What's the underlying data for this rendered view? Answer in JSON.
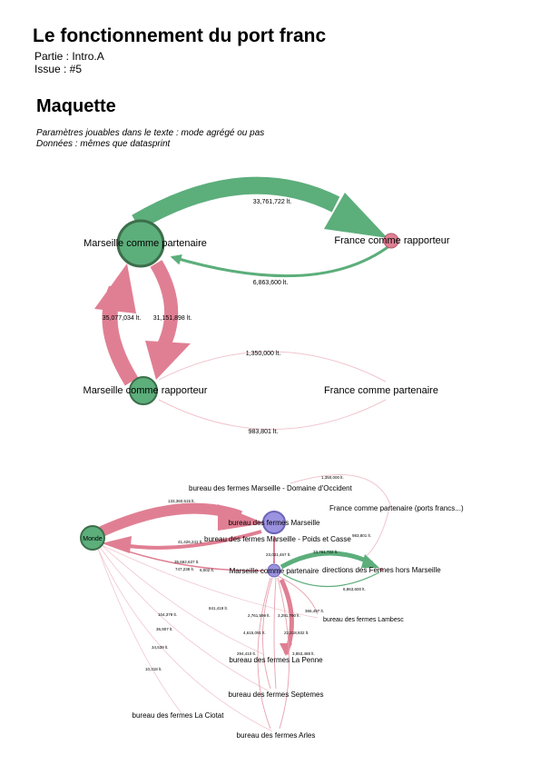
{
  "header": {
    "title": "Le fonctionnement du port franc",
    "partie": "Partie : Intro.A",
    "issue": "Issue : #5"
  },
  "section": {
    "title": "Maquette",
    "param_line": "Paramètres jouables dans le texte : mode agrégé ou pas",
    "data_line": "Données : mêmes que datasprint"
  },
  "colors": {
    "green": "#5cae7b",
    "green_dark": "#3c6e4a",
    "pink": "#e07f93",
    "purple": "#9b93e0"
  },
  "diagram1": {
    "nodes": {
      "marseille_partenaire": "Marseille comme partenaire",
      "france_rapporteur": "France comme rapporteur",
      "marseille_rapporteur": "Marseille comme rapporteur",
      "france_partenaire": "France comme partenaire"
    },
    "flows": {
      "top": "33,761,722 lt.",
      "return": "6,863,600 lt.",
      "left_up": "35,077,034 lt.",
      "left_down": "31,151,898 lt.",
      "arc_top": "1,350,000 lt.",
      "arc_bottom": "983,801 lt."
    }
  },
  "diagram2": {
    "nodes": {
      "monde": "Monde",
      "bureau_marseille": "bureau des fermes Marseille",
      "domaine_occident": "bureau des fermes Marseille - Domaine d'Occident",
      "poids_casse": "bureau des fermes Marseille - Poids et Casse",
      "marseille_partenaire": "Marseille comme partenaire",
      "france_partenaire_ports": "France comme partenaire (ports francs...)",
      "directions_fermes": "directions des Fermes hors Marseille",
      "lambesc": "bureau des fermes Lambesc",
      "la_penne": "bureau des fermes La Penne",
      "septemes": "bureau des fermes Septemes",
      "la_ciotat": "bureau des fermes La Ciotat",
      "arles": "bureau des fermes Arles"
    },
    "flows": {
      "a": "1,350,000 lt.",
      "b": "133,360,615 lt.",
      "c": "41,426,241 lt.",
      "d": "35,662,637 lt.",
      "e": "747,238 lt.",
      "f": "6,002 lt.",
      "g": "23,031,467 lt.",
      "h": "33,761,722 lt.",
      "i": "983,801 lt.",
      "j": "6,863,600 lt.",
      "k": "841,419 lt.",
      "l": "104,379 lt.",
      "m": "36,907 lt.",
      "n": "34,539 lt.",
      "o": "10,318 lt.",
      "p": "2,761,599 lt.",
      "q": "3,291,790 lt.",
      "r": "366,497 lt.",
      "s": "4,615,091 lt.",
      "t": "22,218,932 lt.",
      "u": "294,410 lt.",
      "v": "3,853,488 lt."
    }
  }
}
